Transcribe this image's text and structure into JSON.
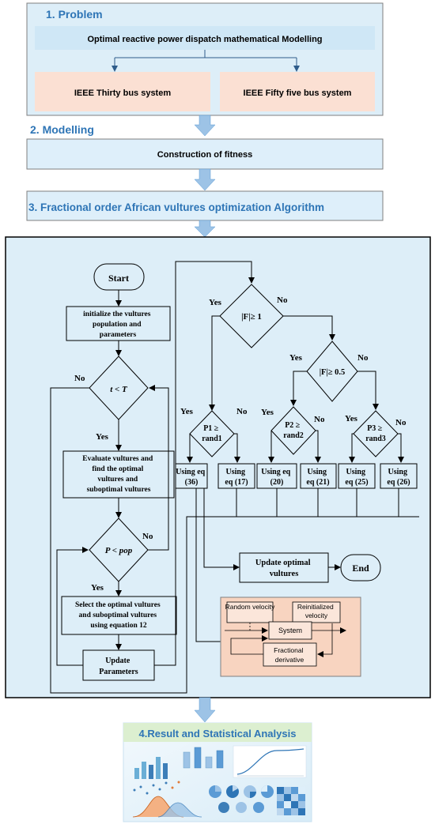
{
  "problem": {
    "title": "1. Problem",
    "modelling_box": "Optimal reactive power dispatch mathematical Modelling",
    "systems": [
      "IEEE Thirty bus system",
      "IEEE Fifty five bus system"
    ]
  },
  "modelling": {
    "title": "2. Modelling",
    "box": "Construction of fitness"
  },
  "algorithm": {
    "title": "3. Fractional order African vultures optimization Algorithm"
  },
  "flowchart": {
    "start": "Start",
    "init": [
      "initialize the vultures",
      "population and",
      "parameters"
    ],
    "t_cond": "t < T",
    "evaluate": [
      "Evaluate vultures and",
      "find the optimal",
      "vultures and",
      "suboptimal vultures"
    ],
    "p_cond": "P < pop",
    "select": [
      "Select the optimal vultures",
      "and suboptimal vultures",
      "using equation 12"
    ],
    "update_params": [
      "Update",
      "Parameters"
    ],
    "f_cond1": "|F|≥ 1",
    "f_cond2": "|F|≥ 0.5",
    "p1_cond": [
      "P1 ≥",
      "rand1"
    ],
    "p2_cond": [
      "P2 ≥",
      "rand2"
    ],
    "p3_cond": [
      "P3 ≥",
      "rand3"
    ],
    "eqs": [
      [
        "Using eq",
        "(36)"
      ],
      [
        "Using",
        "eq (17)"
      ],
      [
        "Using eq",
        "(20)"
      ],
      [
        "Using",
        "eq (21)"
      ],
      [
        "Using",
        "eq (25)"
      ],
      [
        "Using",
        "eq (26)"
      ]
    ],
    "update_optimal": [
      "Update optimal",
      "vultures"
    ],
    "end": "End",
    "yes": "Yes",
    "no": "No"
  },
  "inset": {
    "random_velocity": "Random velocity",
    "reinitialized_velocity": [
      "Reinitialized",
      "velocity"
    ],
    "system": "System",
    "fractional_derivative": [
      "Fractional",
      "derivative"
    ]
  },
  "result": {
    "title": "4.Result and Statistical Analysis"
  },
  "colors": {
    "section_title": "#2e75b6",
    "panel_fill": "#ddeef8",
    "box_fill": "#deeffa",
    "system_fill": "#fbe0d3",
    "arrow_fill": "#9dc3e6",
    "inset_fill": "#f8d4c0"
  }
}
